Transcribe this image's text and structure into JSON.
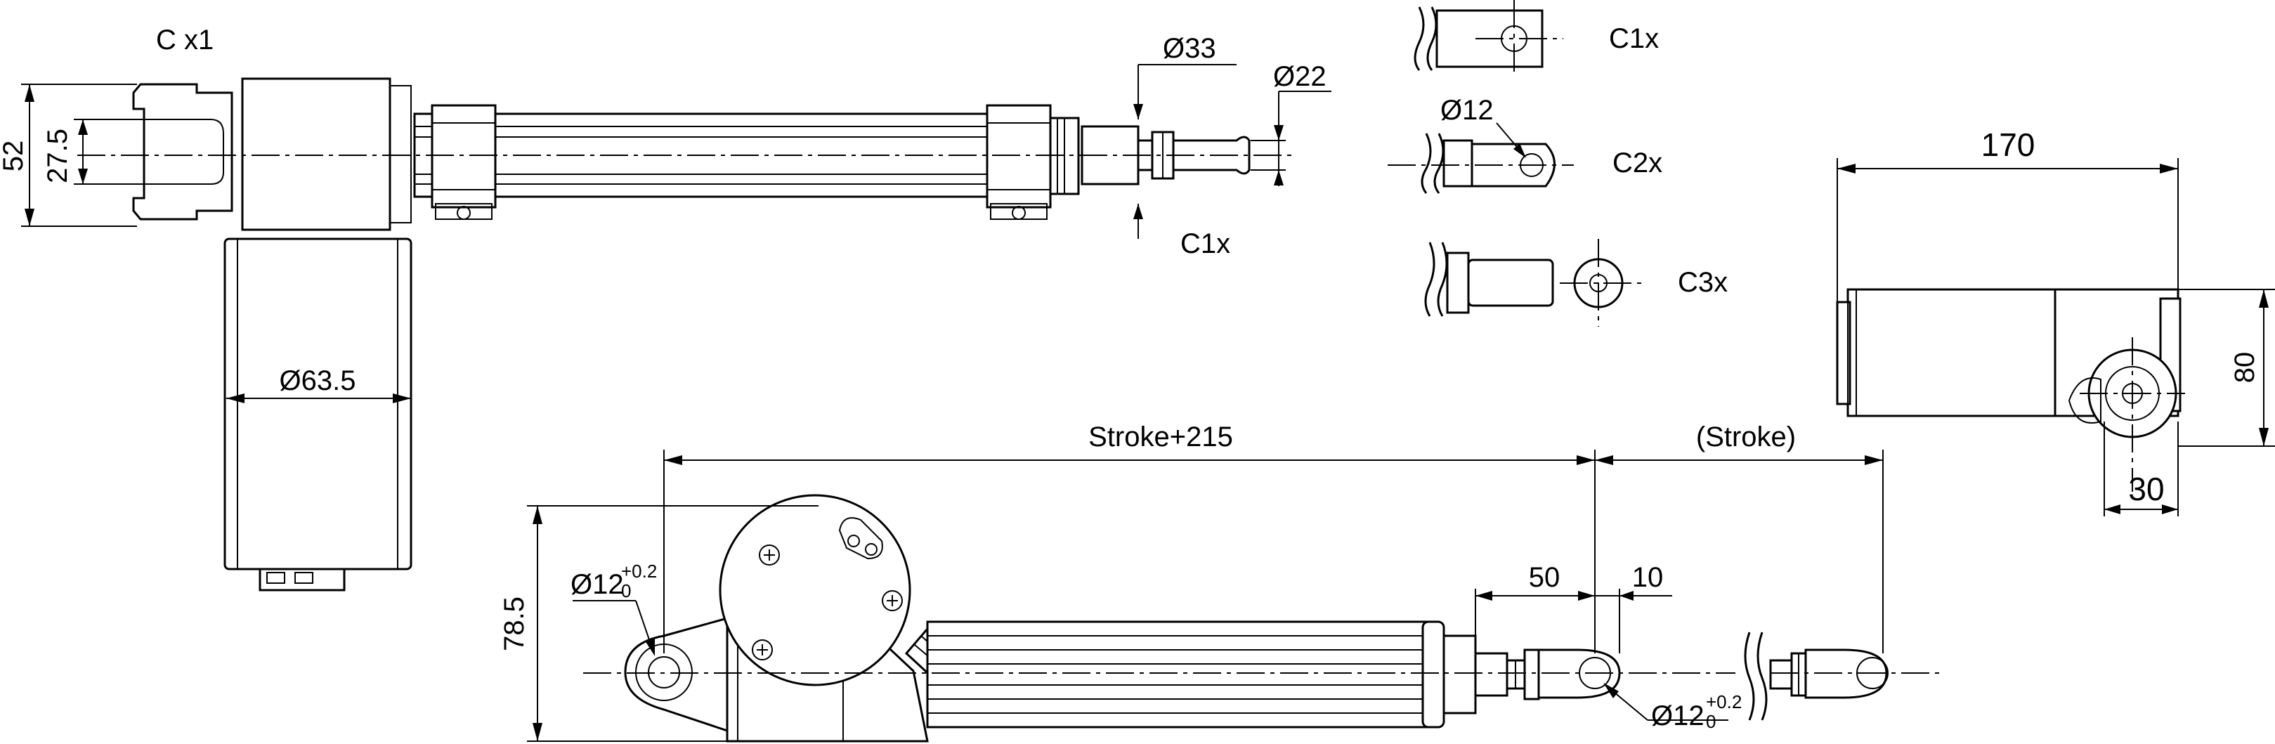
{
  "labels": {
    "cx1": "C x1",
    "d33": "Ø33",
    "d22": "Ø22",
    "c1x_bottom": "C1x",
    "c1x_top": "C1x",
    "d12_c2": "Ø12",
    "c2x": "C2x",
    "c3x": "C3x",
    "dim_170": "170",
    "dim_80": "80",
    "dim_30": "30",
    "dim_52": "52",
    "dim_27_5": "27.5",
    "d63_5": "Ø63.5",
    "stroke_215": "Stroke+215",
    "stroke": "(Stroke)",
    "dim_50": "50",
    "dim_10": "10",
    "dim_78_5": "78.5",
    "d12_left": "Ø12",
    "d12_left_tol_upper": "+0.2",
    "d12_left_tol_lower": "0",
    "d12_right": "Ø12",
    "d12_right_tol_upper": "+0.2",
    "d12_right_tol_lower": "0"
  }
}
